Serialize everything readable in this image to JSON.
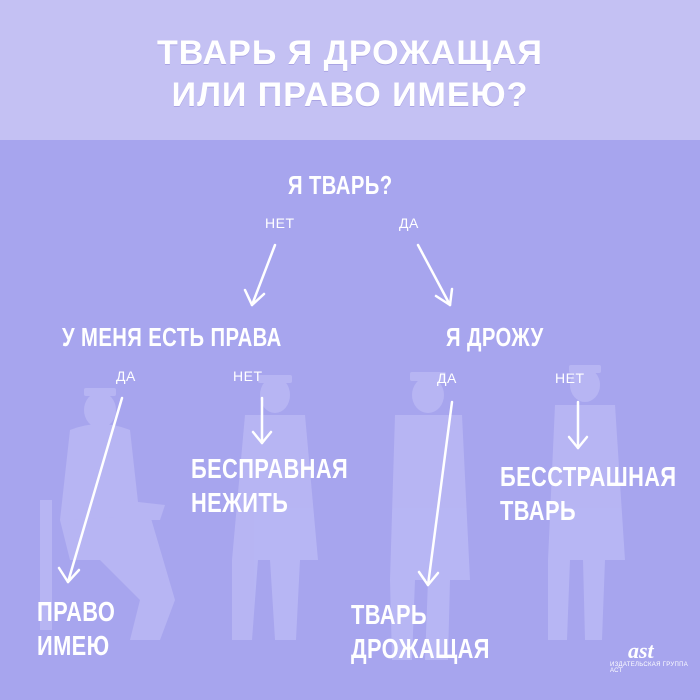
{
  "header": {
    "title_line1": "ТВАРЬ Я ДРОЖАЩАЯ",
    "title_line2": "ИЛИ ПРАВО ИМЕЮ?"
  },
  "flowchart": {
    "root": "Я ТВАРЬ?",
    "root_no": "НЕТ",
    "root_yes": "ДА",
    "left_node": "У МЕНЯ ЕСТЬ ПРАВА",
    "left_yes": "ДА",
    "left_no": "НЕТ",
    "right_node": "Я ДРОЖУ",
    "right_yes": "ДА",
    "right_no": "НЕТ",
    "leaf_pravo_1": "ПРАВО",
    "leaf_pravo_2": "ИМЕЮ",
    "leaf_bespravnaya_1": "БЕСПРАВНАЯ",
    "leaf_bespravnaya_2": "НЕЖИТЬ",
    "leaf_drozhashchaya_1": "ТВАРЬ",
    "leaf_drozhashchaya_2": "ДРОЖАЩАЯ",
    "leaf_besstrashnaya_1": "БЕССТРАШНАЯ",
    "leaf_besstrashnaya_2": "ТВАРЬ"
  },
  "publisher": {
    "logo": "ast",
    "caption": "ИЗДАТЕЛЬСКАЯ ГРУППА АСТ"
  },
  "colors": {
    "background": "#a7a5ee",
    "header_band": "#c4c1f3",
    "text": "#ffffff",
    "figures": "#bab8f4"
  }
}
